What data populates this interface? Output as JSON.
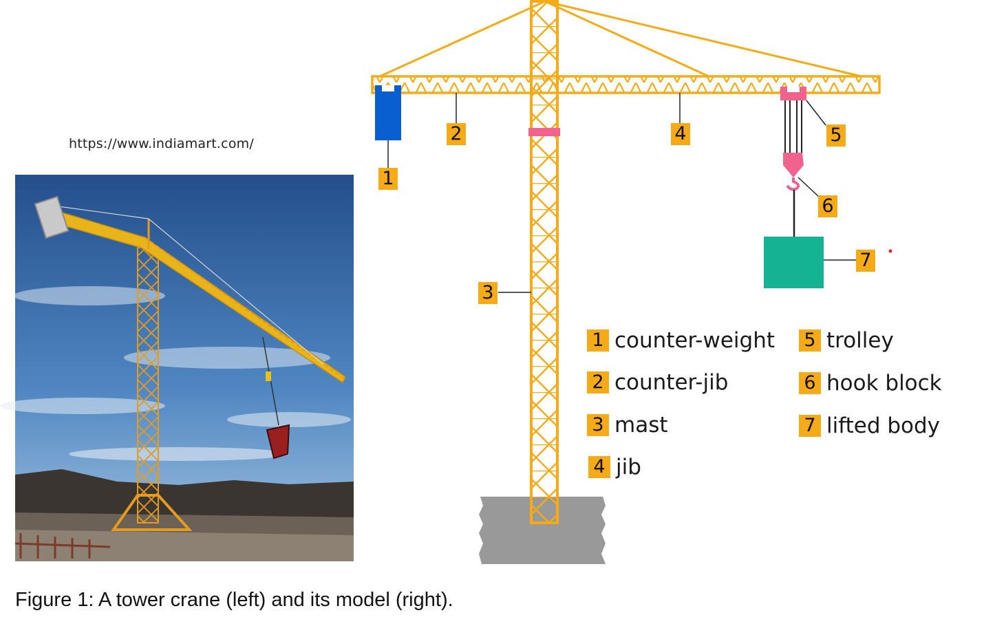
{
  "source_url": "https://www.indiamart.com/",
  "caption": "Figure 1: A tower crane (left) and its model (right).",
  "callouts": [
    "1",
    "2",
    "3",
    "4",
    "5",
    "6",
    "7"
  ],
  "legend": [
    {
      "num": "1",
      "label": "counter-weight"
    },
    {
      "num": "2",
      "label": "counter-jib"
    },
    {
      "num": "3",
      "label": "mast"
    },
    {
      "num": "4",
      "label": "jib"
    },
    {
      "num": "5",
      "label": "trolley"
    },
    {
      "num": "6",
      "label": "hook block"
    },
    {
      "num": "7",
      "label": "lifted body"
    }
  ],
  "colors": {
    "structure": "#f5ab17",
    "counter_weight": "#0a5fd0",
    "trolley_hook": "#f0638e",
    "lifted_body": "#13b394",
    "ground": "#9a9a9a",
    "sky_top": "#2b5f9e",
    "sky_bottom": "#9cc3e6"
  }
}
